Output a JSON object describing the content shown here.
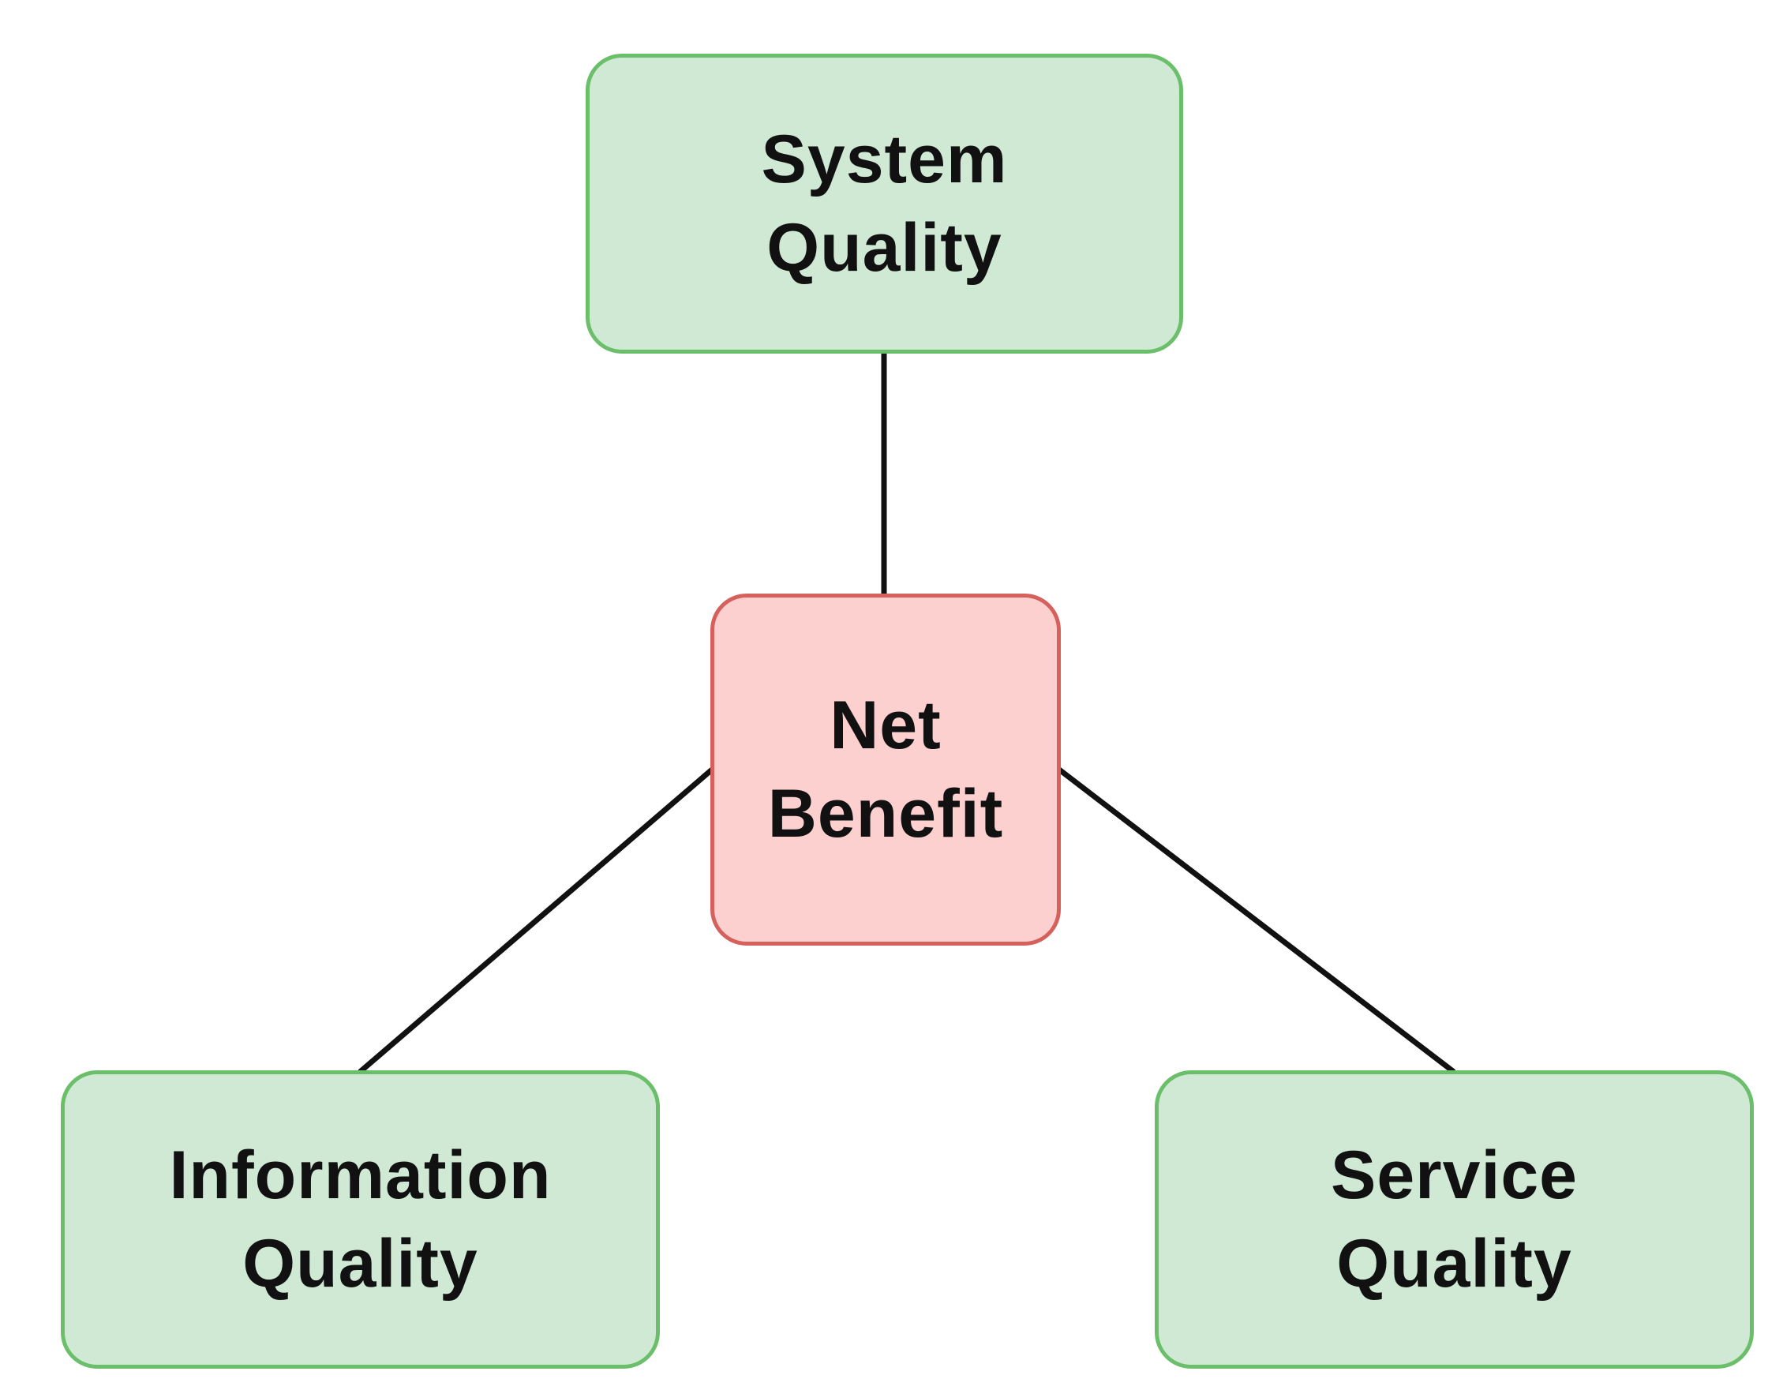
{
  "colors": {
    "green_fill": "#d0e9d4",
    "green_border": "#6cbf6a",
    "red_fill": "#fdd0d0",
    "red_border": "#d6605c",
    "line": "#111111"
  },
  "nodes": {
    "system_quality": {
      "line1": "System",
      "line2": "Quality"
    },
    "net_benefit": {
      "line1": "Net",
      "line2": "Benefit"
    },
    "information_quality": {
      "line1": "Information",
      "line2": "Quality"
    },
    "service_quality": {
      "line1": "Service",
      "line2": "Quality"
    }
  },
  "connections": [
    {
      "from": "net_benefit",
      "to": "system_quality"
    },
    {
      "from": "net_benefit",
      "to": "information_quality"
    },
    {
      "from": "net_benefit",
      "to": "service_quality"
    }
  ]
}
